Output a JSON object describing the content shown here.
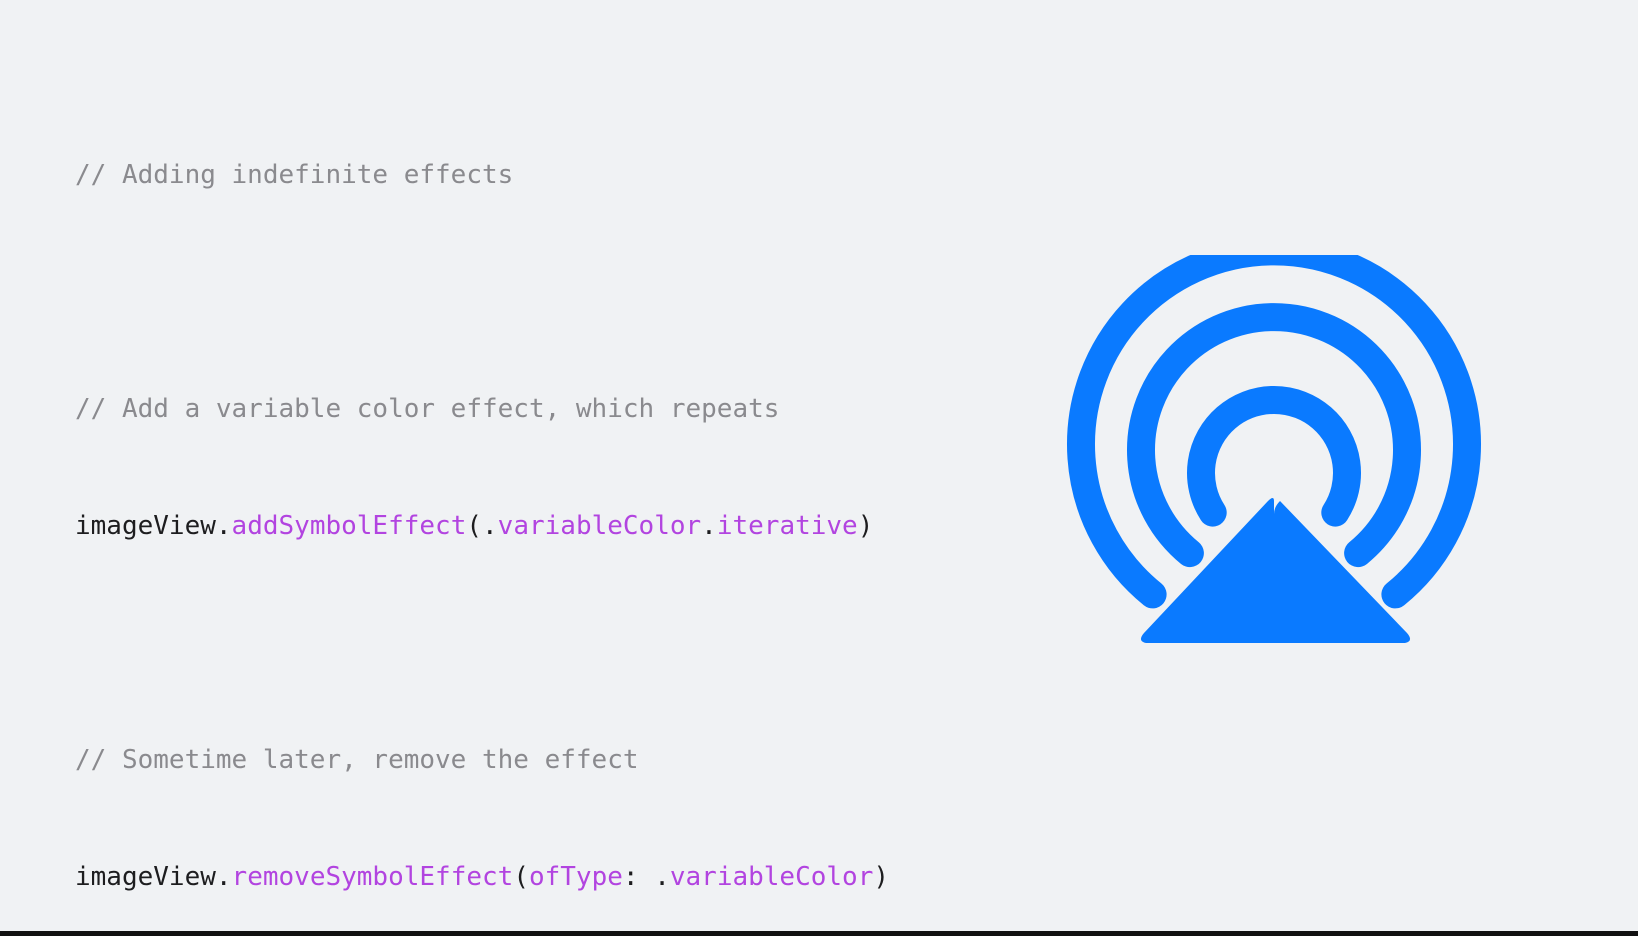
{
  "code": {
    "header_comment": "// Adding indefinite effects",
    "block1": {
      "comment": "// Add a variable color effect, which repeats",
      "receiver": "imageView",
      "dot1": ".",
      "method": "addSymbolEffect",
      "open_paren": "(.",
      "arg1": "variableColor",
      "dot2": ".",
      "arg2": "iterative",
      "close_paren": ")"
    },
    "block2": {
      "comment": "// Sometime later, remove the effect",
      "receiver": "imageView",
      "dot1": ".",
      "method": "removeSymbolEffect",
      "open_paren": "(",
      "label": "ofType",
      "colon": ": .",
      "arg1": "variableColor",
      "close_paren": ")"
    }
  },
  "icon": {
    "name": "airplay-audio-icon",
    "color": "#0a7aff"
  },
  "colors": {
    "background": "#f0f2f4",
    "comment": "#8a8a8e",
    "keyword_token": "#b244e0",
    "plain_text": "#1d1d1f"
  }
}
